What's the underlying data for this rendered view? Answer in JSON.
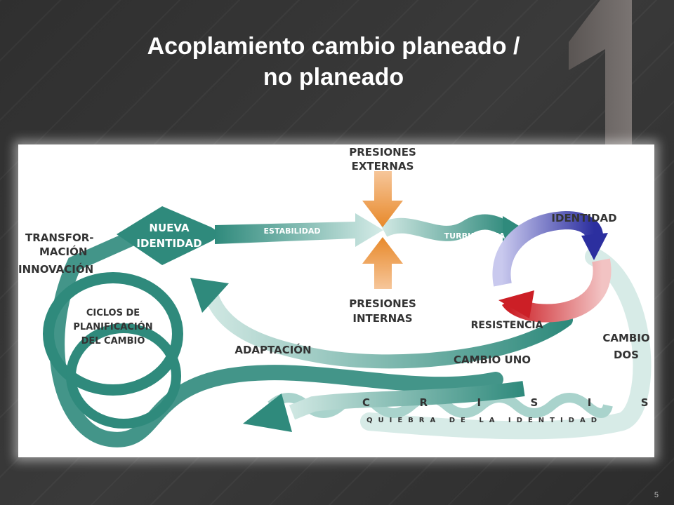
{
  "slide": {
    "title_line1": "Acoplamiento cambio planeado /",
    "title_line2": "no planeado",
    "number": "5"
  },
  "diagram": {
    "presiones_externas_1": "PRESIONES",
    "presiones_externas_2": "EXTERNAS",
    "presiones_internas_1": "PRESIONES",
    "presiones_internas_2": "INTERNAS",
    "nueva_identidad_1": "NUEVA",
    "nueva_identidad_2": "IDENTIDAD",
    "estabilidad": "ESTABILIDAD",
    "turbulencia": "TURBULENCIA",
    "identidad": "IDENTIDAD",
    "resistencia": "RESISTENCIA",
    "transformacion_1": "TRANSFOR-",
    "transformacion_2": "MACIÓN",
    "innovacion": "INNOVACIÓN",
    "ciclos_1": "CICLOS DE",
    "ciclos_2": "PLANIFICACIÓN",
    "ciclos_3": "DEL CAMBIO",
    "adaptacion": "ADAPTACIÓN",
    "cambio_uno": "CAMBIO UNO",
    "cambio_dos_1": "CAMBIO",
    "cambio_dos_2": "DOS",
    "crisis": "C  R  I  S  I  S",
    "quiebra": "QUIEBRA DE LA IDENTIDAD"
  },
  "colors": {
    "teal": "#2f8a7c",
    "orange": "#e8892a",
    "blue": "#3b3faa",
    "red": "#d2232a",
    "label": "#333333"
  }
}
